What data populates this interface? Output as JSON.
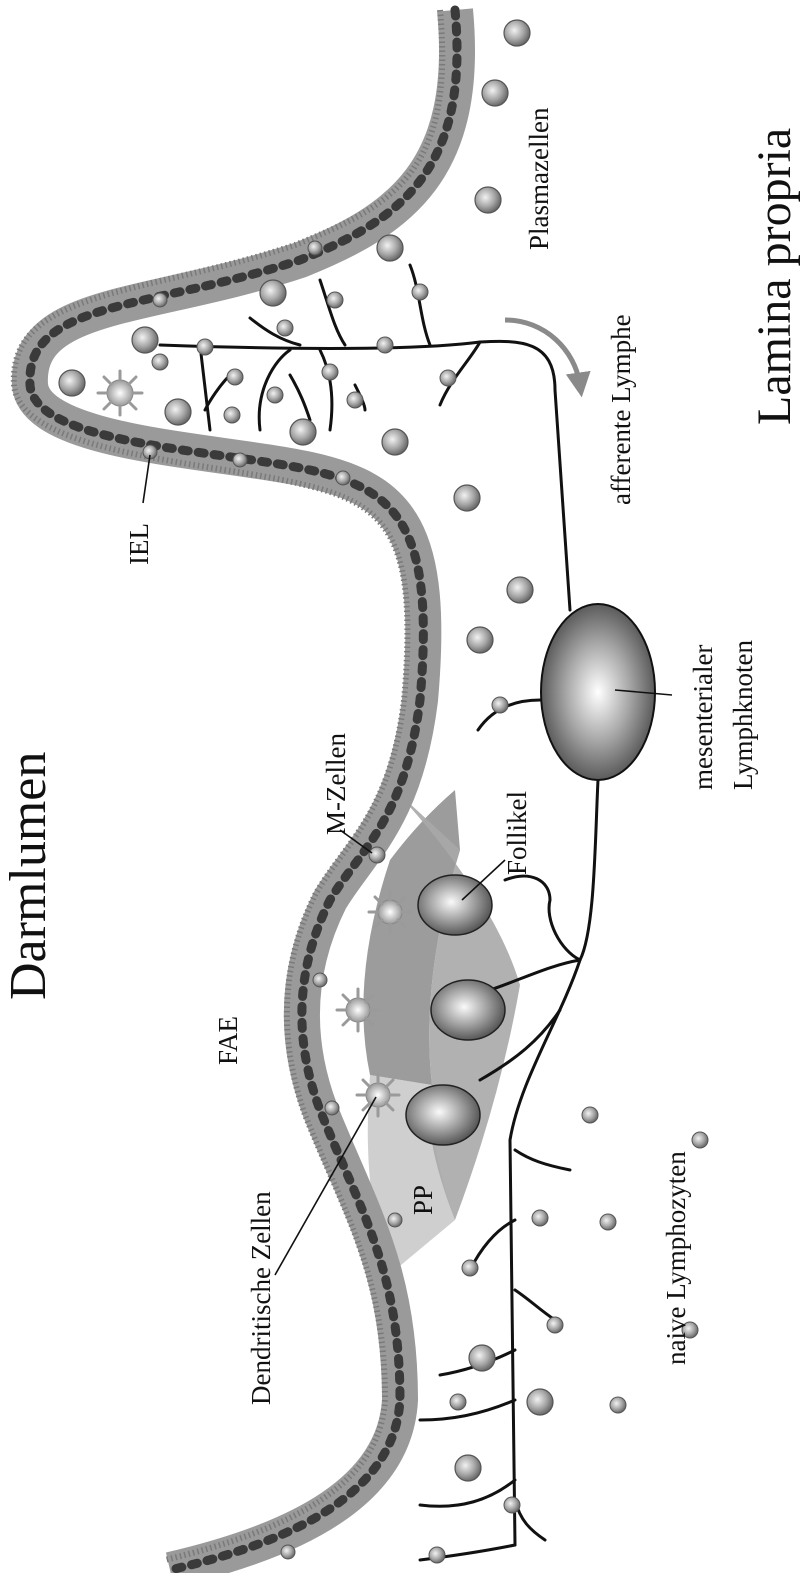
{
  "labels": {
    "darmlumen": "Darmlumen",
    "lamina_propria": "Lamina propria",
    "plasmazellen": "Plasmazellen",
    "afferente_lymphe": "afferente Lymphe",
    "iel": "IEL",
    "mesenterialer_line1": "mesenterialer",
    "mesenterialer_line2": "Lymphknoten",
    "m_zellen": "M-Zellen",
    "follikel": "Follikel",
    "fae": "FAE",
    "dendritische_zellen": "Dendritische Zellen",
    "pp": "PP",
    "naive_lymphozyten": "naive Lymphozyten"
  },
  "colors": {
    "epithelium": "#9a9a9a",
    "nucleus": "#3a3a3a",
    "pp_region_dark": "#9c9c9c",
    "pp_region_light": "#cfcfcf",
    "lymph_vessel": "#111111",
    "arrow": "#8a8a8a"
  }
}
